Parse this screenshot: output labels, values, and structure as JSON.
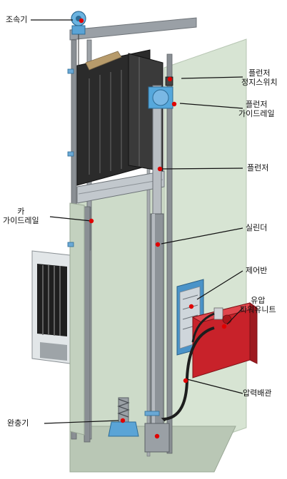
{
  "labels": {
    "governor": "조속기",
    "plunger_stop_switch": [
      "플런저",
      "정지스위치"
    ],
    "plunger_guide_rail": [
      "플런저",
      "가이드레일"
    ],
    "plunger": "플런저",
    "car_guide_rail": [
      "카",
      "가이드레일"
    ],
    "cylinder": "실린더",
    "control_panel": "제어반",
    "hydraulic_power_unit": [
      "유압",
      "파워유니트"
    ],
    "pressure_pipe": "압력배관",
    "buffer": "완충기"
  },
  "colors": {
    "marker": "#e00000",
    "pit_wall": "#c9d8c6",
    "back_wall": "#d7e4d3",
    "rail": "#8a8f94",
    "car_dark": "#2b2b2b",
    "tank": "#c8222a",
    "fitting_blue": "#4fa3d8"
  }
}
